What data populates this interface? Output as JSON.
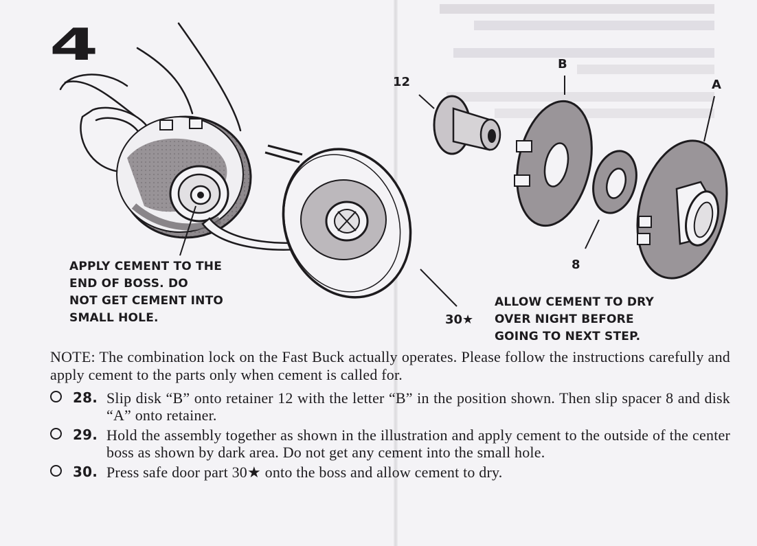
{
  "step": {
    "number": "4"
  },
  "parts": {
    "p12": "12",
    "pB": "B",
    "pA": "A",
    "p8": "8",
    "p30": "30★"
  },
  "callouts": {
    "left": [
      "APPLY CEMENT TO THE",
      "END OF BOSS. DO",
      "NOT GET CEMENT INTO",
      "SMALL HOLE."
    ],
    "right": [
      "ALLOW CEMENT TO DRY",
      "OVER NIGHT BEFORE",
      "GOING TO NEXT STEP."
    ]
  },
  "note": {
    "label": "NOTE:",
    "text": "The combination lock on the Fast Buck actually operates. Please follow the instructions carefully and apply cement to the parts only when cement is called for."
  },
  "steps": [
    {
      "number": "28.",
      "text": "Slip disk “B” onto retainer 12 with the letter “B” in the position shown. Then slip spacer 8 and disk “A” onto retainer."
    },
    {
      "number": "29.",
      "text": "Hold the assembly together as shown in the illustration and apply cement to the outside of the center boss as shown by dark area. Do not get any cement into the small hole."
    },
    {
      "number": "30.",
      "text": "Press safe door part 30★ onto the boss and allow cement to dry."
    }
  ],
  "colors": {
    "paper": "#f4f3f6",
    "ink": "#1d1b1e",
    "cement_shade": "#8a8589"
  }
}
